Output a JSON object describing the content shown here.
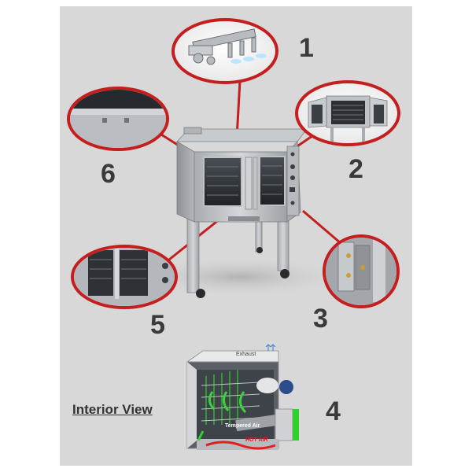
{
  "callouts": [
    {
      "label": "1"
    },
    {
      "label": "2"
    },
    {
      "label": "3"
    },
    {
      "label": "4"
    },
    {
      "label": "5"
    },
    {
      "label": "6"
    }
  ],
  "interior": {
    "title": "Interior View",
    "exhaust_label": "Exhaust",
    "tempered_air_label": "Tempered Air",
    "hot_air_label": "HOT AIR"
  },
  "colors": {
    "background_panel": "#d8d8d8",
    "callout_ring": "#c41e1e",
    "steel": "#b9bcc0",
    "airflow": "#3ed13e"
  }
}
